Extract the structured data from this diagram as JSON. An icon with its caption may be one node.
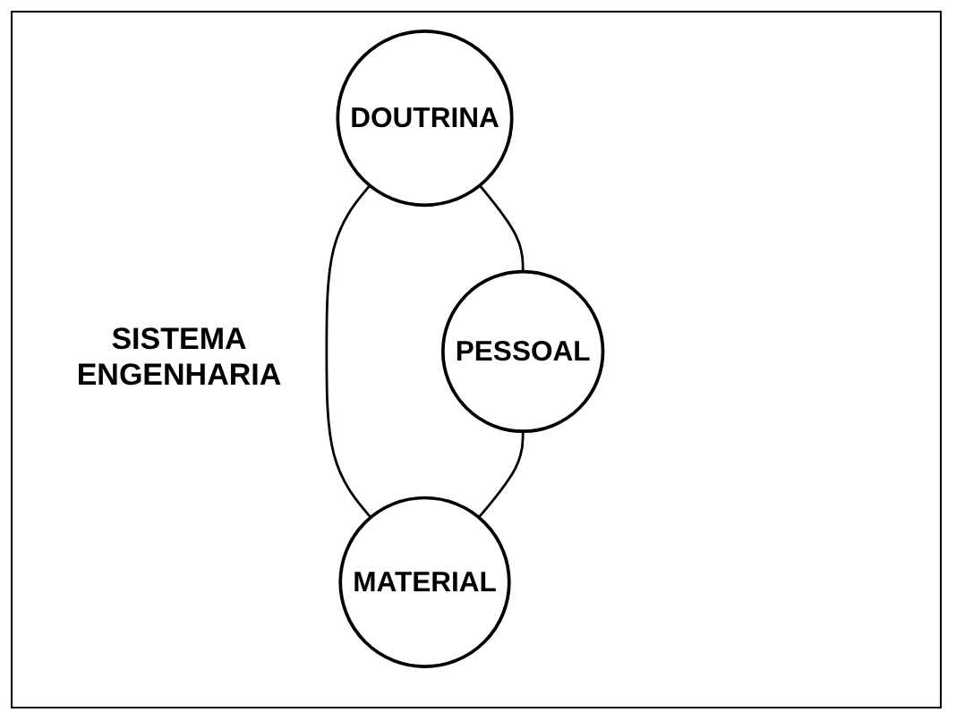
{
  "diagram": {
    "nodes": [
      {
        "text": [
          "DOUTRINA"
        ]
      },
      {
        "text": [
          "PESSOAL"
        ]
      },
      {
        "text": [
          "MATERIAL"
        ]
      }
    ],
    "edges": [
      {
        "from": 0,
        "to": 1,
        "arrow": "none"
      },
      {
        "from": 0,
        "to": 2,
        "arrow": "none"
      },
      {
        "from": 1,
        "to": 2,
        "arrow": "none"
      }
    ],
    "labels": [
      "SISTEMA ENGENHARIA"
    ]
  }
}
